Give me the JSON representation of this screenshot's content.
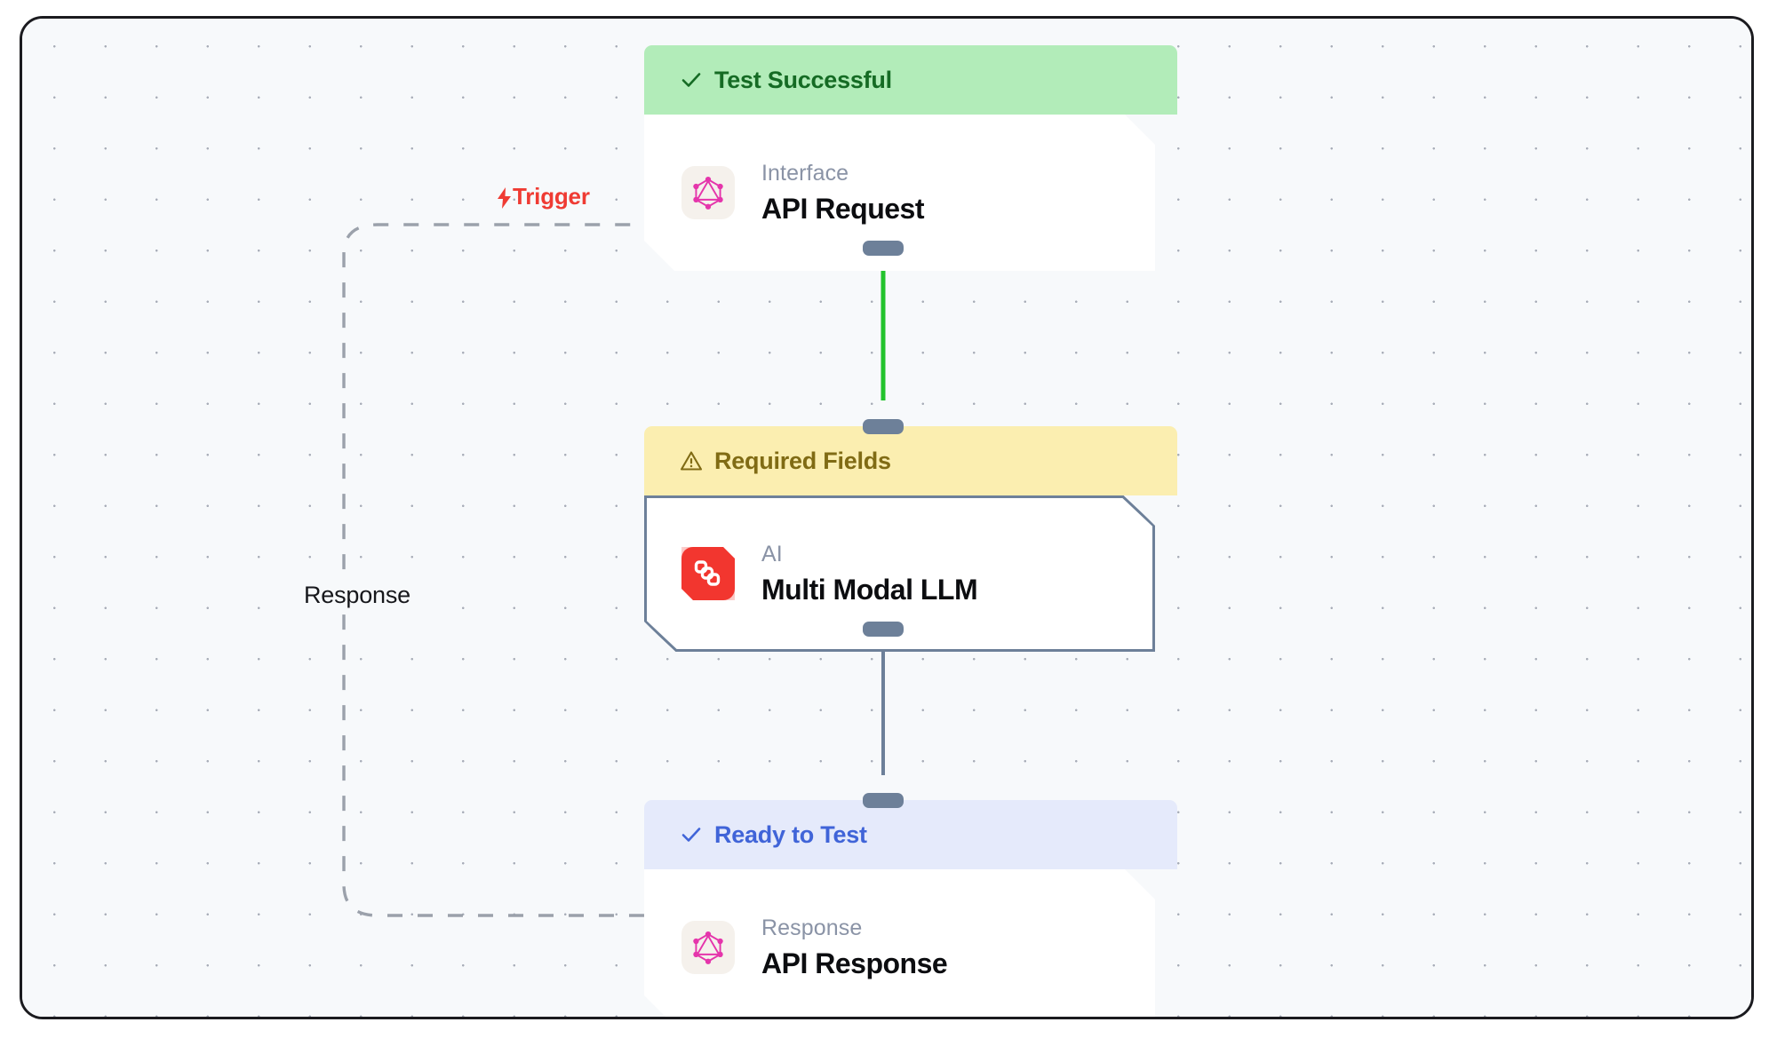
{
  "canvas": {
    "background_color": "#f7f9fb",
    "dot_color": "#a8adb8",
    "frame_border_color": "#1b1b1f"
  },
  "edges": [
    {
      "id": "trigger-edge",
      "label": "Trigger",
      "icon": "lightning-bolt-icon",
      "color": "#ef3b33",
      "style": "dashed",
      "from": "api-response-node",
      "to": "api-request-node"
    },
    {
      "id": "response-edge",
      "label": "Response",
      "color": "#17181c",
      "style": "dashed",
      "from": "api-response-node",
      "to": "api-request-node"
    },
    {
      "id": "request-to-llm-edge",
      "label": "",
      "color": "#22c32c",
      "style": "solid",
      "from": "api-request-node",
      "to": "multi-modal-llm-node"
    },
    {
      "id": "llm-to-response-edge",
      "label": "",
      "color": "#6d8099",
      "style": "solid",
      "from": "multi-modal-llm-node",
      "to": "api-response-node"
    }
  ],
  "nodes": [
    {
      "id": "api-request-node",
      "status": {
        "label": "Test Successful",
        "icon": "check-icon",
        "variant": "success",
        "bg_color": "#b2ecb9",
        "text_color": "#156b24"
      },
      "icon": "graphql-icon",
      "icon_color": "#e535ab",
      "kind": "Interface",
      "title": "API Request",
      "selected": false
    },
    {
      "id": "multi-modal-llm-node",
      "status": {
        "label": "Required Fields",
        "icon": "warning-triangle-icon",
        "variant": "warning",
        "bg_color": "#fbeeb0",
        "text_color": "#806b14"
      },
      "icon": "ai-layers-icon",
      "icon_color": "#f2362f",
      "kind": "AI",
      "title": "Multi Modal LLM",
      "selected": true
    },
    {
      "id": "api-response-node",
      "status": {
        "label": "Ready to Test",
        "icon": "check-icon",
        "variant": "ready",
        "bg_color": "#e5eafb",
        "text_color": "#4064d8"
      },
      "icon": "graphql-icon",
      "icon_color": "#e535ab",
      "kind": "Response",
      "title": "API Response",
      "selected": false
    }
  ]
}
